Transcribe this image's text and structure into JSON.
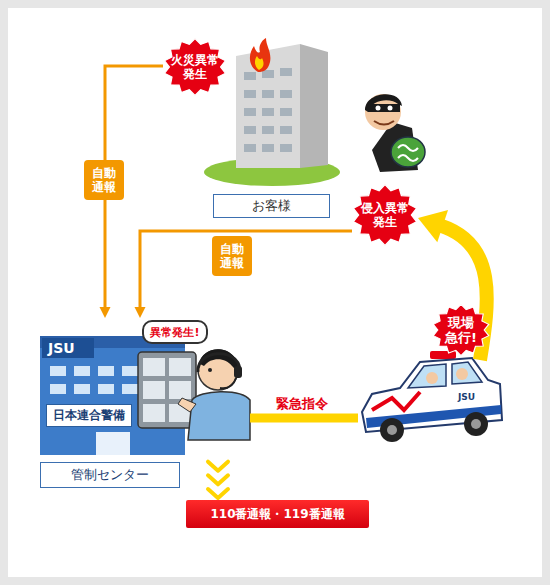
{
  "diagram": {
    "nodes": [
      {
        "text": [
          "火災異常発生"
        ]
      },
      {
        "text": [
          "お客様"
        ]
      },
      {
        "text": [
          "侵入異常発生"
        ]
      },
      {
        "text": [
          "異常発生!"
        ]
      },
      {
        "text": [
          "JSU",
          "日本連合警備"
        ]
      },
      {
        "text": [
          "JSU"
        ]
      },
      {
        "text": [
          "管制センター"
        ]
      },
      {
        "text": [
          "110番通報・119番通報"
        ]
      }
    ],
    "edges": [
      {
        "from": 0,
        "to": 4,
        "label": "自動通報",
        "arrow": "to"
      },
      {
        "from": 2,
        "to": 4,
        "label": "自動通報",
        "arrow": "to"
      },
      {
        "from": 4,
        "to": 5,
        "label": "緊急指令",
        "arrow": "none"
      },
      {
        "from": 5,
        "to": 2,
        "label": "現場急行!",
        "arrow": "to"
      },
      {
        "from": 4,
        "to": 7,
        "arrow": "to"
      }
    ]
  }
}
